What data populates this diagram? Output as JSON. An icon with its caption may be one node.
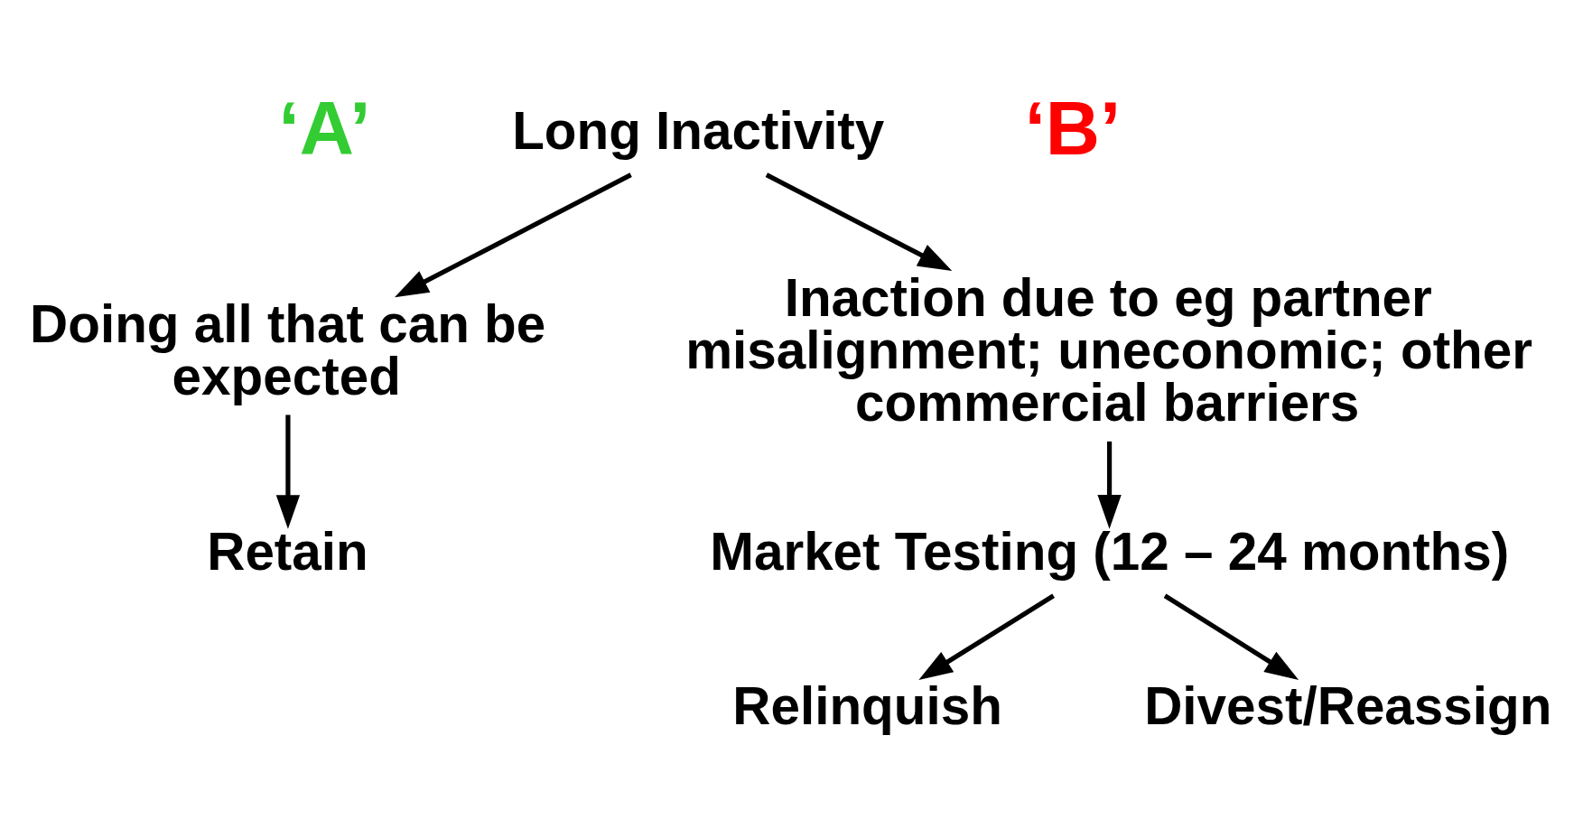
{
  "diagram": {
    "nodes": [
      {
        "text": [
          "Long Inactivity"
        ]
      },
      {
        "text": [
          "Doing all that can be expected"
        ]
      },
      {
        "text": [
          "Inaction due to eg partner misalignment; uneconomic; other commercial barriers"
        ]
      },
      {
        "text": [
          "Retain"
        ]
      },
      {
        "text": [
          "Market Testing (12 – 24 months)"
        ]
      },
      {
        "text": [
          "Relinquish"
        ]
      },
      {
        "text": [
          "Divest/Reassign"
        ]
      }
    ],
    "edges": [
      {
        "from": 0,
        "to": 1,
        "arrow": "to"
      },
      {
        "from": 0,
        "to": 2,
        "arrow": "to"
      },
      {
        "from": 1,
        "to": 3,
        "arrow": "to"
      },
      {
        "from": 2,
        "to": 4,
        "arrow": "to"
      },
      {
        "from": 4,
        "to": 5,
        "arrow": "to"
      },
      {
        "from": 4,
        "to": 6,
        "arrow": "to"
      }
    ],
    "labels": [
      "‘A’",
      "‘B’"
    ]
  }
}
